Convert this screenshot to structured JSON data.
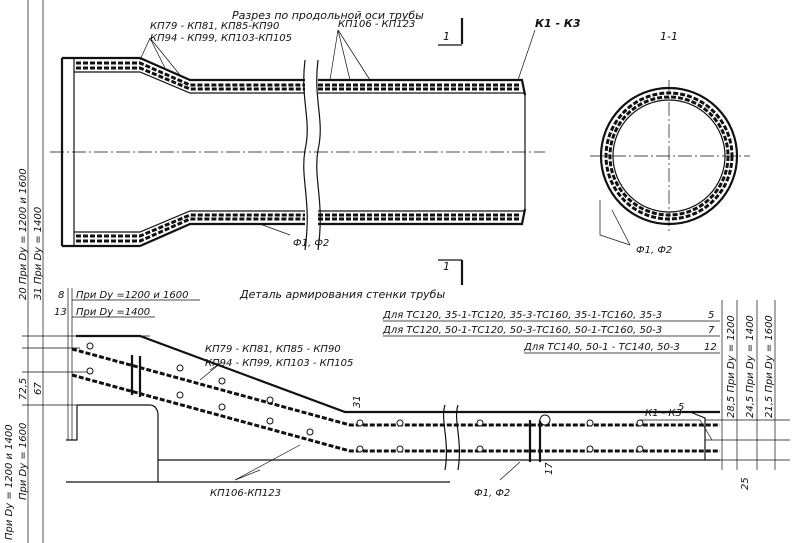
{
  "section": {
    "title": "Разрез по продольной оси трубы",
    "label_kp79": "КП79 - КП81, КП85-КП90",
    "label_kp94": "КП94 - КП99, КП103-КП105",
    "label_kp106": "КП106 - КП123",
    "label_k1": "К1 - К3",
    "label_f": "Ф1, Ф2",
    "cut_mark": "1",
    "cross_title": "1-1",
    "cross_label_f": "Ф1, Ф2"
  },
  "detail": {
    "title": "Деталь армирования стенки трубы",
    "dim_8": "8",
    "dim_13": "13",
    "note_1200_1600": "При Dy =1200 и 1600",
    "note_1400": "При Dy =1400",
    "left_v1": "20 При Dy = 1200 и 1600",
    "left_v2": "31 При Dy = 1400",
    "dim_72_5": "72,5",
    "dim_67": "67",
    "left_v3": "При Dy = 1200 и 1400",
    "left_v4": "При Dy = 1600",
    "label_kp79": "КП79 - КП81, КП85 - КП90",
    "label_kp94": "КП94 - КП99, КП103 - КП105",
    "label_kp106": "КП106-КП123",
    "label_f": "Ф1, Ф2",
    "label_k1": "К1 - К3",
    "dim_31": "31",
    "dim_5": "5",
    "dim_17": "17",
    "dim_25": "25",
    "rows": [
      {
        "text": "Для ТС120, 35-1-ТС120, 35-3-ТС160, 35-1-ТС160, 35-3",
        "value": "5"
      },
      {
        "text": "Для ТС120, 50-1-ТС120, 50-3-ТС160, 50-1-ТС160, 50-3",
        "value": "7"
      },
      {
        "text": "Для ТС140, 50-1 - ТС140, 50-3",
        "value": "12"
      }
    ],
    "right_v1": "28,5 При Dy = 1200",
    "right_v2": "24,5 При Dy = 1400",
    "right_v3": "21,5 При Dy = 1600"
  }
}
